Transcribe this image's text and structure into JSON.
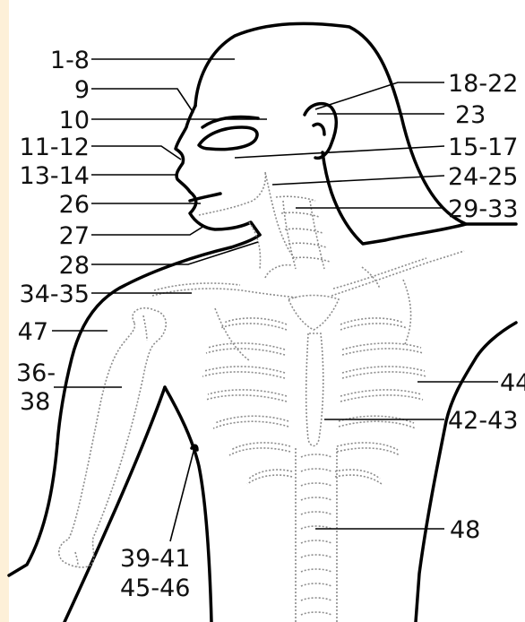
{
  "diagram": {
    "colors": {
      "background": "#fdf0d8",
      "panel": "#ffffff",
      "line": "#000000",
      "dotted": "#8c8c8c"
    },
    "labels": {
      "l1_8": "1-8",
      "l9": "9",
      "l10": "10",
      "l11_12": "11-12",
      "l13_14": "13-14",
      "l26": "26",
      "l27": "27",
      "l28": "28",
      "l34_35": "34-35",
      "l47": "47",
      "l36": "36-",
      "l38": "38",
      "l39_41": "39-41",
      "l45_46": "45-46",
      "l18_22": "18-22",
      "l23": "23",
      "l15_17": "15-17",
      "l24_25": "24-25",
      "l29_33": "29-33",
      "l44": "44",
      "l42_43": "42-43",
      "l48": "48"
    }
  }
}
